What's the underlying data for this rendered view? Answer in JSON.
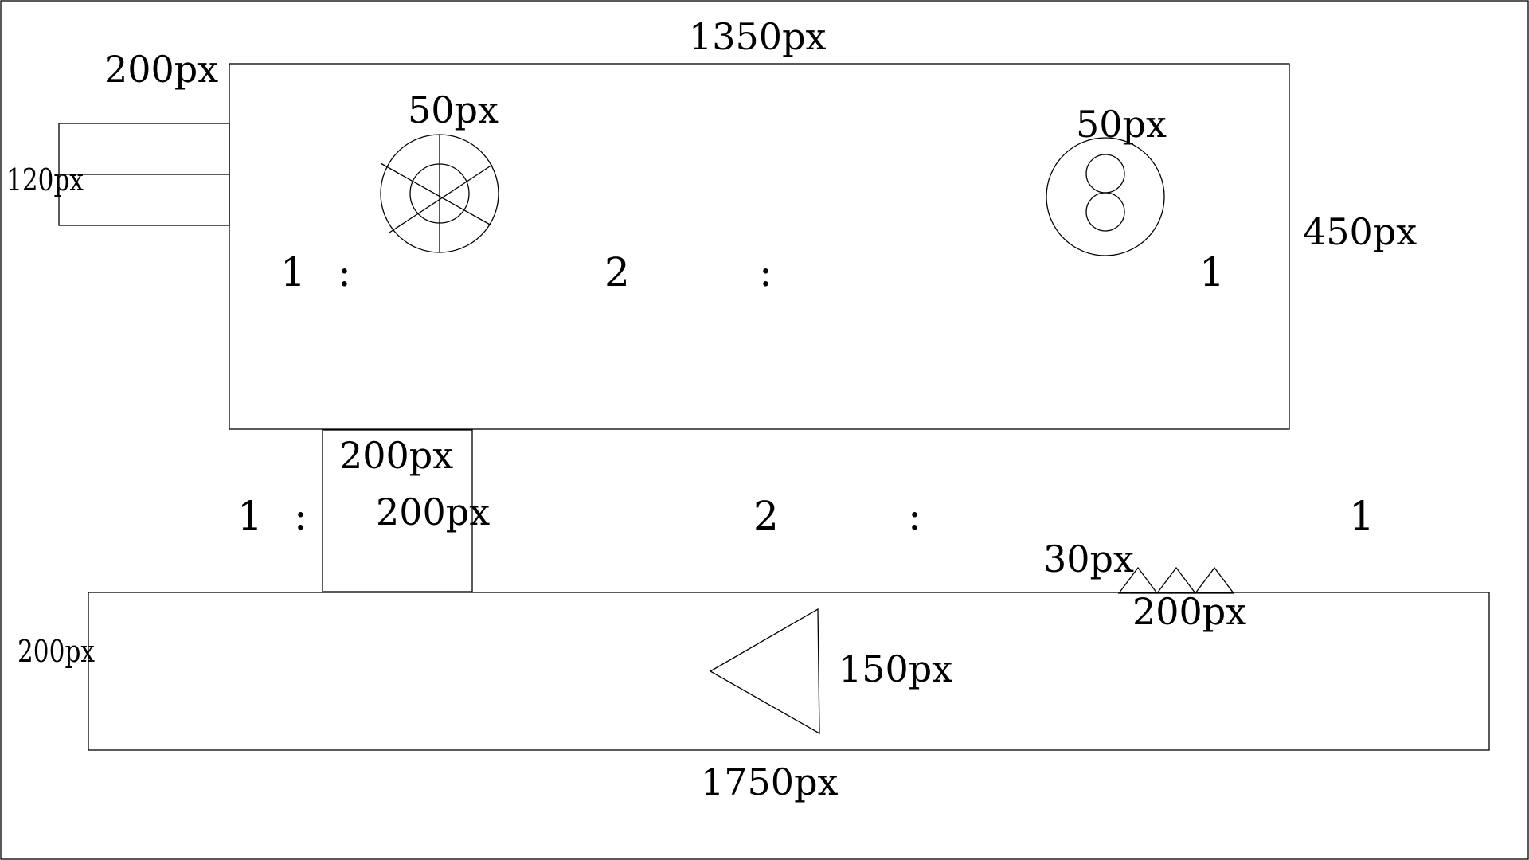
{
  "top_panel": {
    "width_label": "1350px",
    "height_label": "450px",
    "left_knob": {
      "width_label": "200px",
      "height_label": "120px"
    },
    "gear_icon": {
      "label": "50px",
      "icon": "spoked-wheel-icon"
    },
    "figure8_icon": {
      "label": "50px",
      "icon": "figure-eight-icon"
    },
    "ratio": [
      "1",
      ":",
      "2",
      ":",
      "1"
    ]
  },
  "middle_block": {
    "width_label": "200px",
    "height_label": "200px",
    "ratio": [
      "1",
      ":",
      "2",
      ":",
      "1"
    ]
  },
  "bottom_panel": {
    "width_label": "1750px",
    "height_label": "200px",
    "triangle": {
      "label": "150px",
      "icon": "triangle-left-icon"
    },
    "spikes": {
      "height_label": "30px",
      "width_label": "200px",
      "count": 3
    }
  }
}
